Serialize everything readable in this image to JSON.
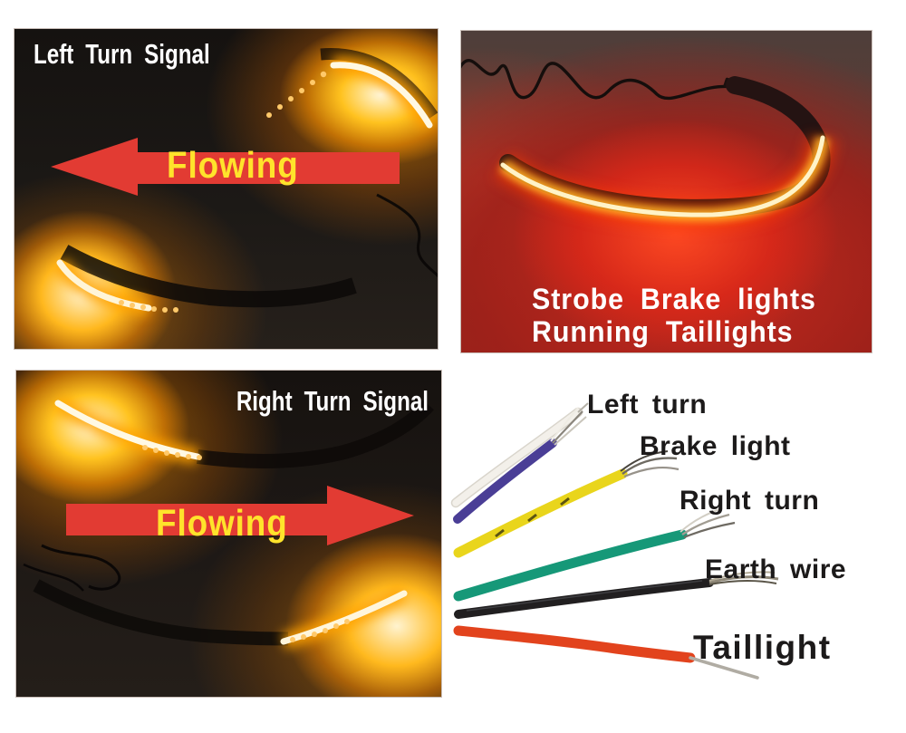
{
  "collage": {
    "left_turn_panel": {
      "title": "Left Turn Signal",
      "flow_label": "Flowing",
      "arrow_direction": "left"
    },
    "brake_panel": {
      "line1": "Strobe Brake lights",
      "line2": "Running Taillights"
    },
    "right_turn_panel": {
      "title": "Right Turn Signal",
      "flow_label": "Flowing",
      "arrow_direction": "right"
    },
    "wiring_panel": {
      "wires": [
        {
          "id": "purple",
          "label": "Left turn",
          "color": "#4a3e96"
        },
        {
          "id": "yellow",
          "label": "Brake light",
          "color": "#e9d51c"
        },
        {
          "id": "green",
          "label": "Right turn",
          "color": "#169878"
        },
        {
          "id": "black",
          "label": "Earth wire",
          "color": "#211f20"
        },
        {
          "id": "red",
          "label": "Taillight",
          "color": "#e2431d"
        }
      ],
      "extra_wire_color": "#f3f0ea"
    },
    "colors": {
      "arrow_red": "#e23b33",
      "flow_yellow": "#ffe32b",
      "amber_glow": "#ffb300",
      "led_core": "#fff6d8",
      "brake_glow_red": "#e02818",
      "photo_background": "#1a1613",
      "page_background": "#ffffff",
      "label_black": "#1c1a1a",
      "title_white": "#ffffff"
    }
  }
}
